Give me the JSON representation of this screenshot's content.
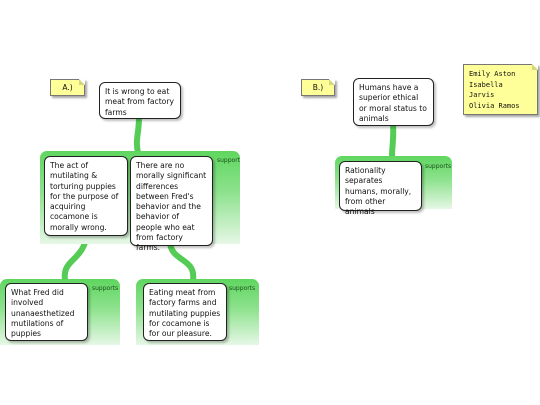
{
  "colors": {
    "panel": "#5fd65f",
    "connector": "#55cc55",
    "note": "#ffff99"
  },
  "labels": {
    "a": "A.)",
    "b": "B.)"
  },
  "authors": [
    "Emily Aston",
    "Isabella Jarvis",
    "Olivia Ramos"
  ],
  "nodes": {
    "claim_a": "It is wrong to eat meat from factory farms",
    "support_a1": "The act of mutilating & torturing puppies for the purpose of acquiring cocamone is morally wrong.",
    "support_a2": "There are no morally significant differences between Fred's behavior and the behavior of people who eat from factory farms.",
    "support_a1_1": "What Fred did involved unanaesthetized mutilations of puppies",
    "support_a2_1": "Eating meat from factory farms and mutilating puppies for cocamone is for our pleasure.",
    "claim_b": "Humans have a superior ethical or moral status to animals",
    "support_b1": "Rationality separates humans, morally, from other animals"
  },
  "relations": {
    "support": "support",
    "supports": "supports"
  }
}
